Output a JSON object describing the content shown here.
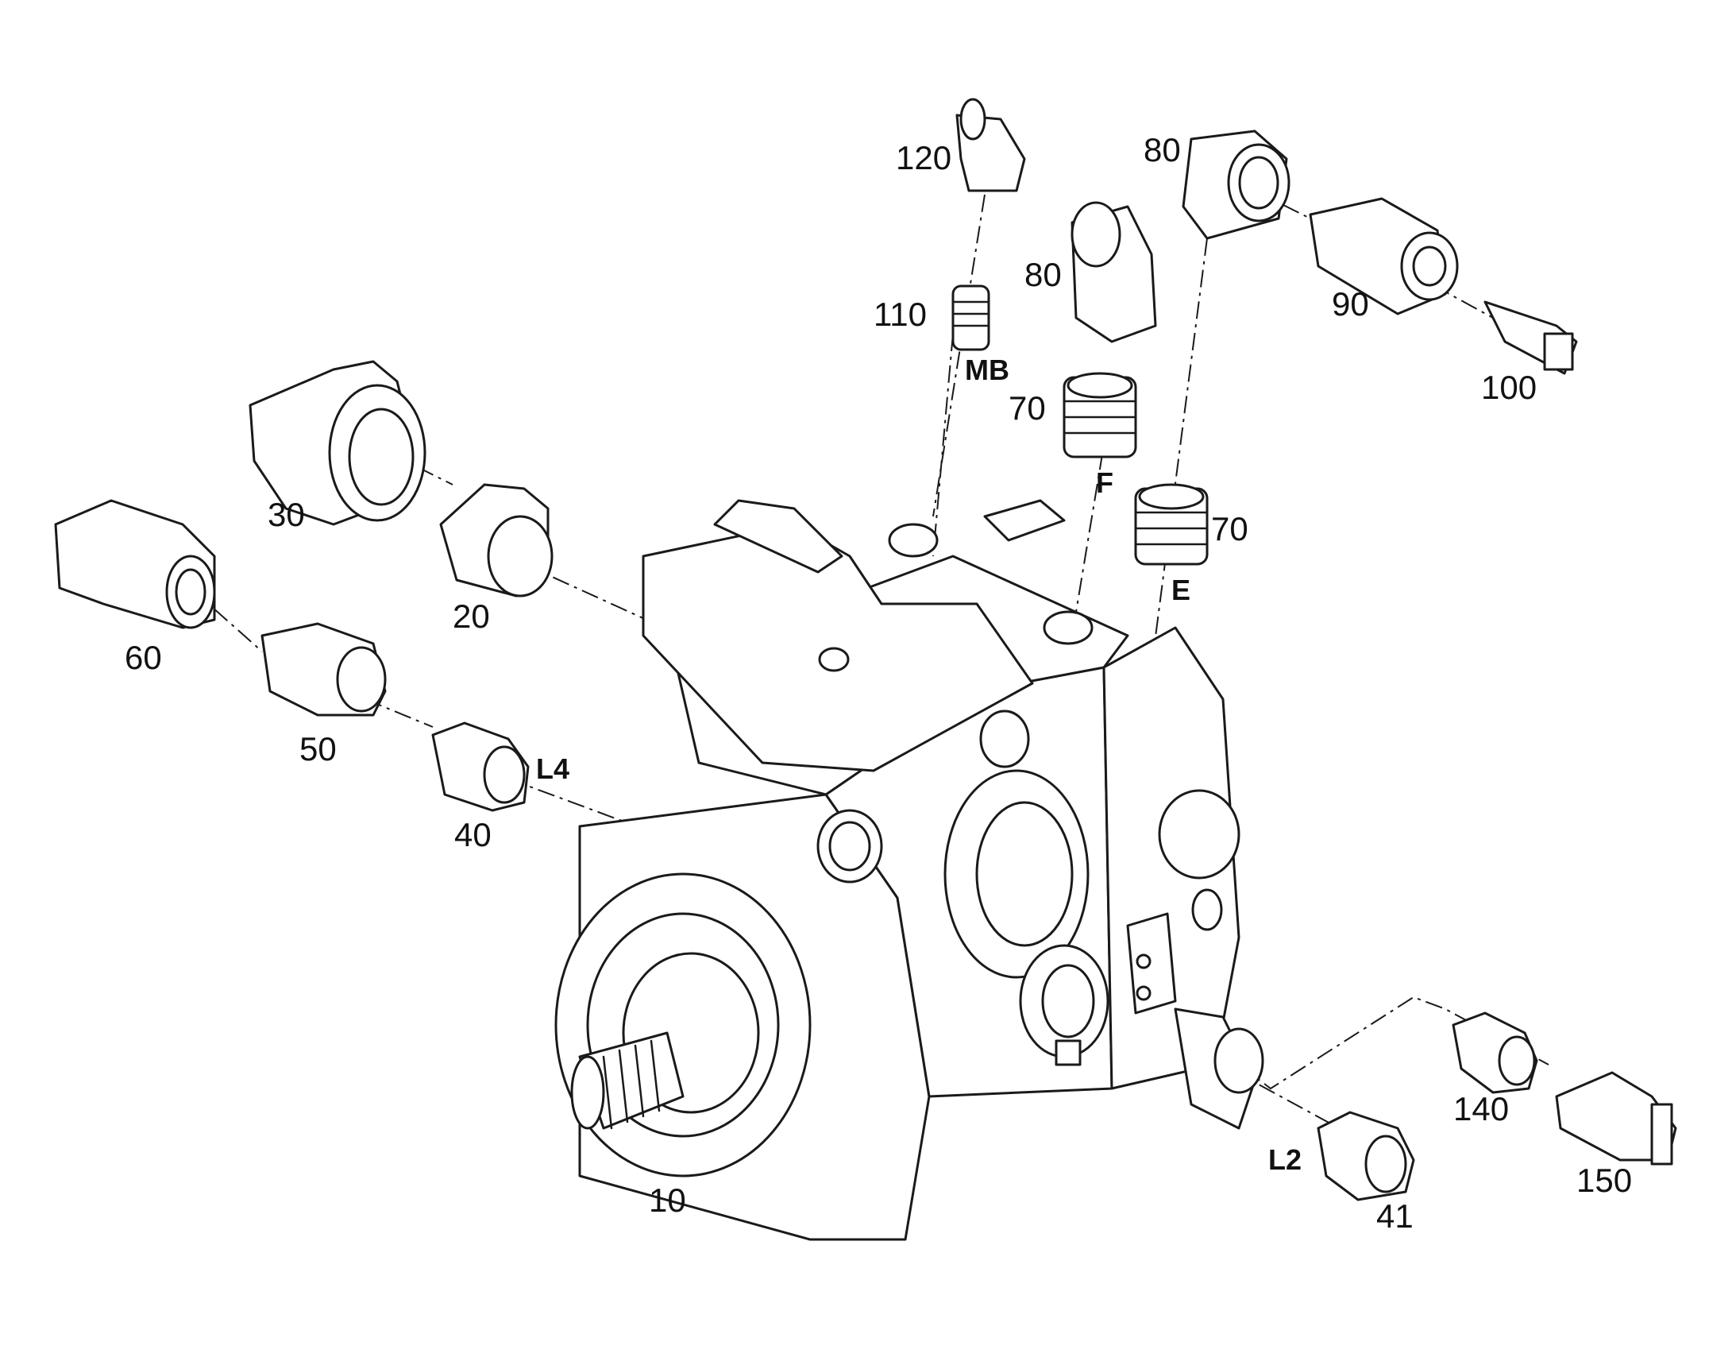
{
  "part_numbers": {
    "p10": "10",
    "p20": "20",
    "p30": "30",
    "p40": "40",
    "p41": "41",
    "p50": "50",
    "p60": "60",
    "p70_f": "70",
    "p70_e": "70",
    "p80_top": "80",
    "p80_left": "80",
    "p90": "90",
    "p100": "100",
    "p110": "110",
    "p120": "120",
    "p140": "140",
    "p150": "150"
  },
  "port_labels": {
    "mb": "MB",
    "f": "F",
    "e": "E",
    "l4": "L4",
    "l2": "L2"
  }
}
